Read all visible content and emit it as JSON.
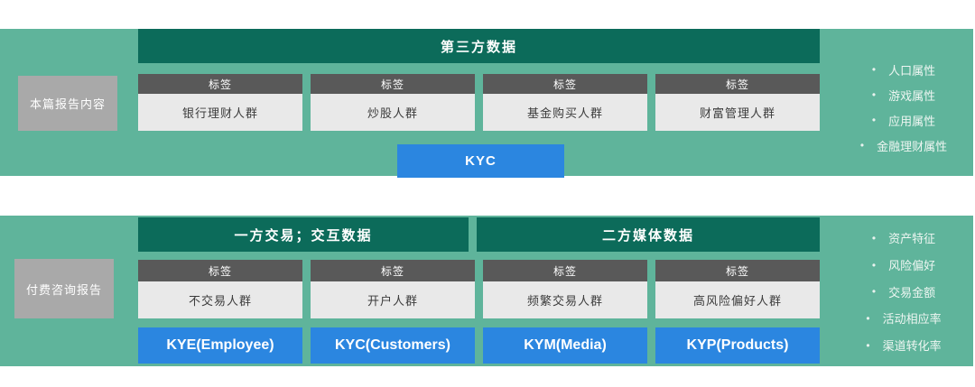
{
  "colors": {
    "panel_green": "#5fb49b",
    "header_teal": "#0c6b5a",
    "tag_bar_gray": "#595959",
    "cell_light_gray": "#e9e9e9",
    "button_blue": "#2b86e0",
    "side_label_gray": "#a9a9a9"
  },
  "top": {
    "label": "本篇报告内容",
    "header": "第三方数据",
    "columns": [
      {
        "tag": "标签",
        "value": "银行理财人群"
      },
      {
        "tag": "标签",
        "value": "炒股人群"
      },
      {
        "tag": "标签",
        "value": "基金购买人群"
      },
      {
        "tag": "标签",
        "value": "财富管理人群"
      }
    ],
    "button": "KYC",
    "bullets": [
      "人口属性",
      "游戏属性",
      "应用属性",
      "金融理财属性"
    ]
  },
  "bottom": {
    "label": "付费咨询报告",
    "headers": [
      "一方交易；交互数据",
      "二方媒体数据"
    ],
    "columns": [
      {
        "tag": "标签",
        "value": "不交易人群",
        "button": "KYE(Employee)"
      },
      {
        "tag": "标签",
        "value": "开户人群",
        "button": "KYC(Customers)"
      },
      {
        "tag": "标签",
        "value": "频繁交易人群",
        "button": "KYM(Media)"
      },
      {
        "tag": "标签",
        "value": "高风险偏好人群",
        "button": "KYP(Products)"
      }
    ],
    "bullets": [
      "资产特征",
      "风险偏好",
      "交易金额",
      "活动相应率",
      "渠道转化率"
    ]
  }
}
